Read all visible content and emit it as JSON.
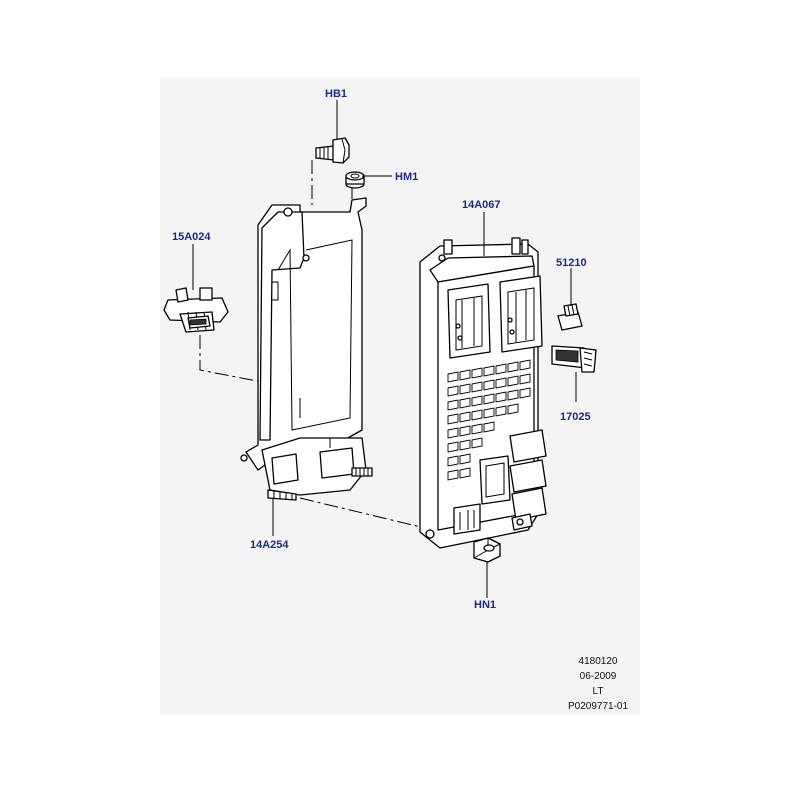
{
  "callouts": {
    "hb1": "HB1",
    "hm1": "HM1",
    "a15a024": "15A024",
    "a14a067": "14A067",
    "p51210": "51210",
    "p17025": "17025",
    "a14a254": "14A254",
    "hn1": "HN1"
  },
  "info_block": {
    "ref": "4180120",
    "date": "06-2009",
    "lang": "LT",
    "drawing_no": "P0209771-01"
  },
  "colors": {
    "callout_text": "#1a2a8c",
    "frame_background": "#f4f4f4",
    "line": "#000000"
  }
}
